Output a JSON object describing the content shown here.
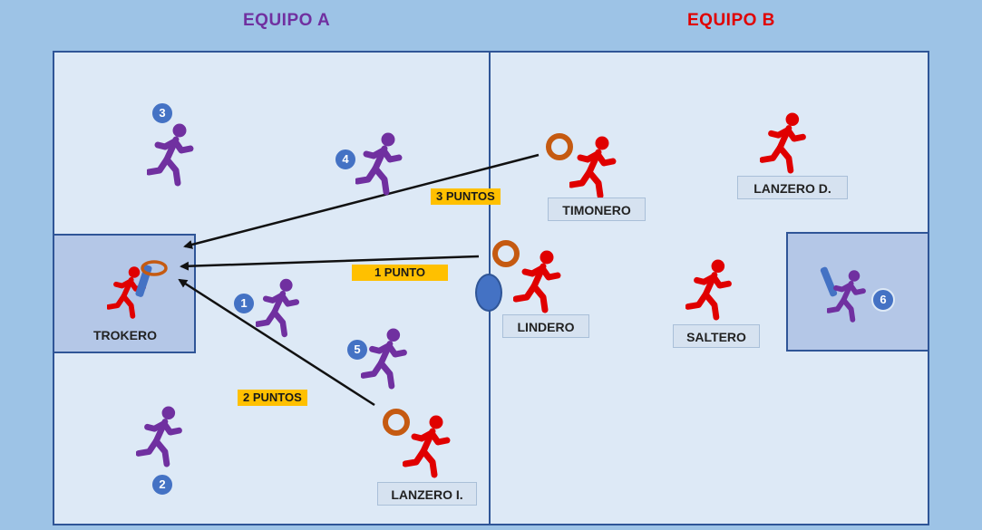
{
  "teams": {
    "a": {
      "title": "EQUIPO A"
    },
    "b": {
      "title": "EQUIPO B"
    }
  },
  "roles": {
    "trokero": "TROKERO",
    "timonero": "TIMONERO",
    "lindero": "LINDERO",
    "lanzero_i": "LANZERO I.",
    "lanzero_d": "LANZERO D.",
    "saltero": "SALTERO"
  },
  "points": {
    "three": "3 PUNTOS",
    "one": "1 PUNTO",
    "two": "2 PUNTOS"
  },
  "badges": [
    "1",
    "2",
    "3",
    "4",
    "5",
    "6"
  ],
  "colors": {
    "team_a": "#7030a0",
    "team_b": "#e00000",
    "field": "#dde9f6",
    "zone": "#b4c7e7",
    "points_label": "#ffc000",
    "badge": "#4472c4",
    "ring": "#c55a11",
    "bat": "#4472c4"
  },
  "icons": {
    "player": "running-person-icon",
    "ring": "ring-icon",
    "bat": "bat-icon",
    "arrow": "arrow-icon"
  }
}
